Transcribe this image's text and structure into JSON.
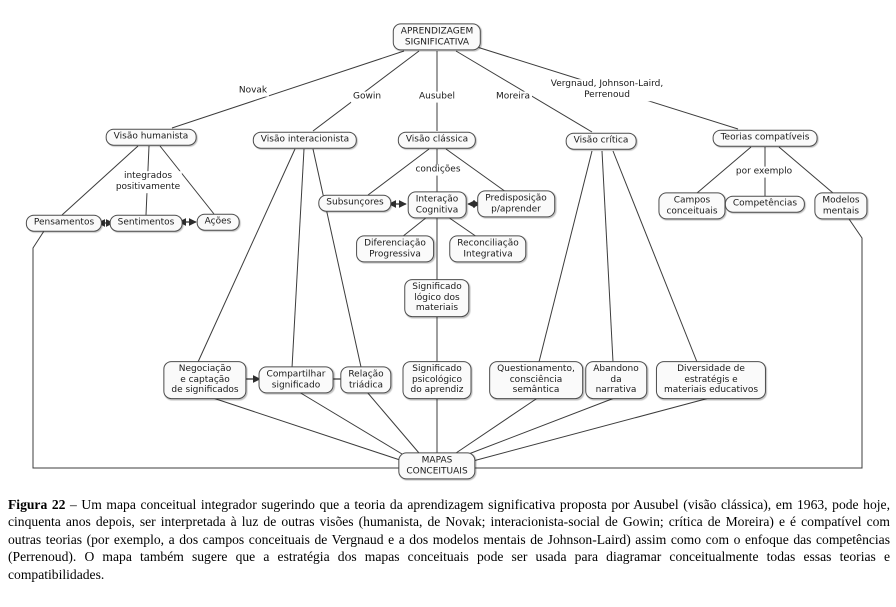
{
  "nodes": {
    "aprendizagem_significativa": "APRENDIZAGEM\nSIGNIFICATIVA",
    "visao_humanista": "Visão humanista",
    "visao_interacionista": "Visão interacionista",
    "visao_classica": "Visão clássica",
    "visao_critica": "Visão crítica",
    "teorias_compativeis": "Teorias compatíveis",
    "pensamentos": "Pensamentos",
    "sentimentos": "Sentimentos",
    "acoes": "Ações",
    "subsuncores": "Subsunçores",
    "interacao_cognitiva": "Interação\nCognitiva",
    "predisposicao": "Predisposição\np/aprender",
    "diferenciacao_progressiva": "Diferenciação\nProgressiva",
    "reconciliacao_integrativa": "Reconciliação\nIntegrativa",
    "campos_conceituais": "Campos\nconceituais",
    "competencias": "Competências",
    "modelos_mentais": "Modelos\nmentais",
    "significado_logico": "Significado\nlógico dos\nmateriais",
    "negociacao": "Negociação\ne captação\nde significados",
    "compartilhar": "Compartilhar\nsignificado",
    "relacao_triadica": "Relação\ntriádica",
    "significado_psicologico": "Significado\npsicológico\ndo aprendiz",
    "questionamento": "Questionamento,\nconsciência\nsemântica",
    "abandono": "Abandono\nda\nnarrativa",
    "diversidade": "Diversidade de\nestratégis e\nmateriais educativos",
    "mapas_conceituais": "MAPAS\nCONCEITUAIS"
  },
  "edge_labels": {
    "novak": "Novak",
    "gowin": "Gowin",
    "ausubel": "Ausubel",
    "moreira": "Moreira",
    "vergnaud": "Vergnaud, Johnson-Laird,\nPerrenoud",
    "integrados": "integrados\npositivamente",
    "condicoes": "condições",
    "por_exemplo": "por exemplo"
  },
  "caption": {
    "label": "Figura 22",
    "text": "– Um mapa conceitual integrador sugerindo que a teoria da aprendizagem significativa proposta por Ausubel (visão clássica), em 1963, pode hoje, cinquenta anos depois, ser interpretada à luz de outras visões (humanista, de Novak; interacionista-social de Gowin; crítica de Moreira) e é compatível com outras teorias (por exemplo, a dos campos conceituais de Vergnaud e a dos modelos mentais de Johnson-Laird) assim como com o enfoque das competências (Perrenoud). O mapa também sugere que a estratégia dos mapas conceituais pode ser usada para diagramar conceitualmente todas essas teorias e compatibilidades."
  }
}
